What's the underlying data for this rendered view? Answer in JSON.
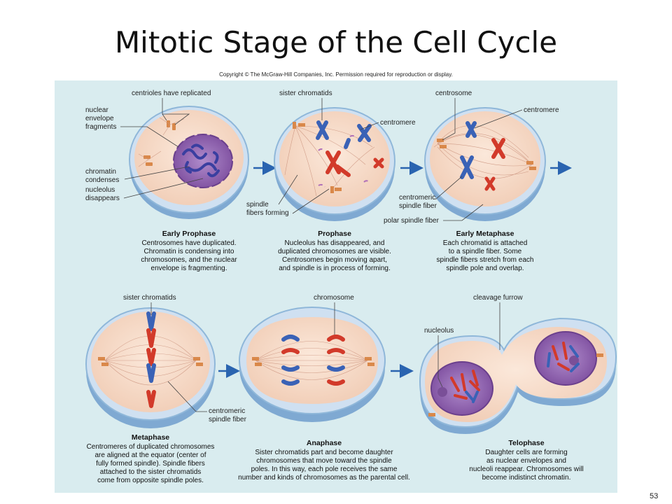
{
  "title": "Mitotic Stage of the Cell Cycle",
  "copyright": "Copyright © The McGraw-Hill Companies, Inc. Permission required for reproduction or display.",
  "page_number": "53",
  "labels": {
    "early_prophase": {
      "centrioles": "centrioles have replicated",
      "nuclear_envelope": [
        "nuclear",
        "envelope",
        "fragments"
      ],
      "chromatin": [
        "chromatin",
        "condenses"
      ],
      "nucleolus": [
        "nucleolus",
        "disappears"
      ]
    },
    "prophase": {
      "sister_chromatids": "sister chromatids",
      "centromere": "centromere",
      "spindle_fibers": [
        "spindle",
        "fibers forming"
      ]
    },
    "early_metaphase": {
      "centrosome": "centrosome",
      "centromere": "centromere",
      "centromeric_fiber": [
        "centromeric",
        "spindle fiber"
      ],
      "polar_fiber": "polar spindle fiber"
    },
    "metaphase": {
      "sister_chromatids": "sister chromatids",
      "centromeric_fiber": [
        "centromeric",
        "spindle fiber"
      ]
    },
    "anaphase": {
      "chromosome": "chromosome"
    },
    "telophase": {
      "cleavage_furrow": "cleavage furrow",
      "nucleolus": "nucleolus"
    }
  },
  "stages": {
    "early_prophase": {
      "name": "Early Prophase",
      "caption": [
        "Centrosomes have duplicated.",
        "Chromatin is condensing into",
        "chromosomes, and the nuclear",
        "envelope is fragmenting."
      ]
    },
    "prophase": {
      "name": "Prophase",
      "caption": [
        "Nucleolus has disappeared, and",
        "duplicated chromosomes are visible.",
        "Centrosomes begin moving apart,",
        "and spindle is in process of forming."
      ]
    },
    "early_metaphase": {
      "name": "Early Metaphase",
      "caption": [
        "Each chromatid is attached",
        "to a spindle fiber. Some",
        "spindle fibers stretch from each",
        "spindle pole and overlap."
      ]
    },
    "metaphase": {
      "name": "Metaphase",
      "caption": [
        "Centromeres of duplicated chromosomes",
        "are aligned at the equator (center of",
        "fully formed spindle). Spindle fibers",
        "attached to the sister chromatids",
        "come from opposite spindle poles."
      ]
    },
    "anaphase": {
      "name": "Anaphase",
      "caption": [
        "Sister chromatids part and become daughter",
        "chromosomes that move toward the spindle",
        "poles. In this way, each pole receives the same",
        "number and kinds of chromosomes as the parental cell."
      ]
    },
    "telophase": {
      "name": "Telophase",
      "caption": [
        "Daughter cells are forming",
        "as nuclear envelopes and",
        "nucleoli reappear. Chromosomes will",
        "become indistinct chromatin."
      ]
    }
  },
  "colors": {
    "panel_bg": "#d9ecef",
    "cytoplasm": "#f6dccb",
    "membrane": "#8fb7d9",
    "nucleus": "#9a6fb8",
    "chromosome_blue": "#3a62b6",
    "chromosome_red": "#d23a2a",
    "arrow": "#2a64b0"
  }
}
